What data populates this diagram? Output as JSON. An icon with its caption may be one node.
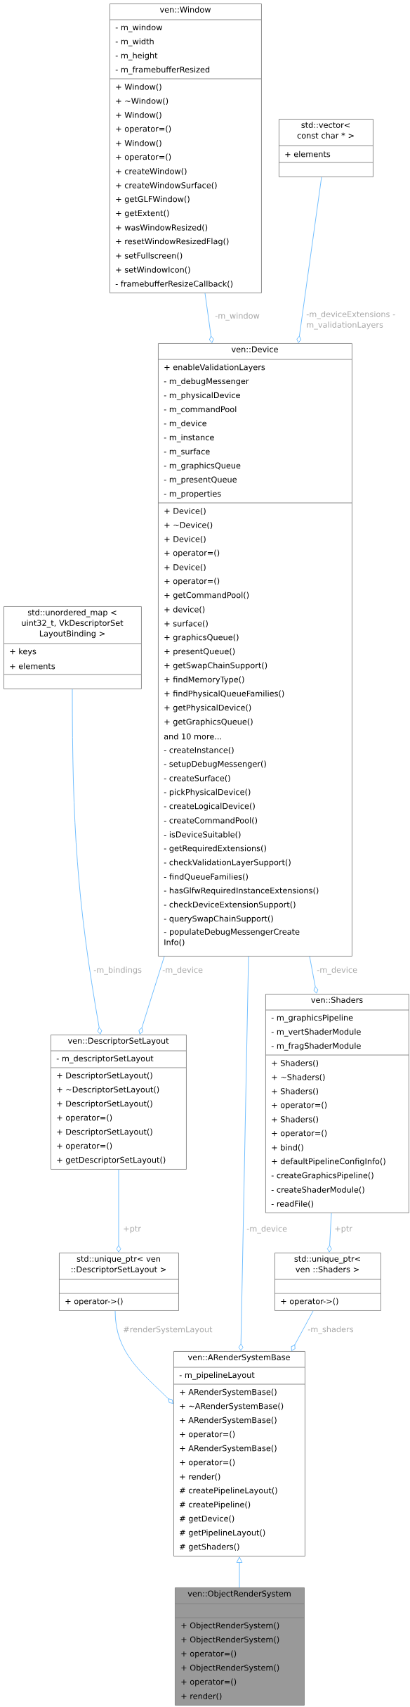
{
  "diagram": {
    "nodes": [
      {
        "text": [
          "ven::Window",
          "- m_window",
          "- m_width",
          "- m_height",
          "- m_framebufferResized",
          "+ Window()",
          "+ ~Window()",
          "+ Window()",
          "+ operator=()",
          "+ Window()",
          "+ operator=()",
          "+ createWindow()",
          "+ createWindowSurface()",
          "+ getGLFWindow()",
          "+ getExtent()",
          "+ wasWindowResized()",
          "+ resetWindowResizedFlag()",
          "+ setFullscreen()",
          "+ setWindowIcon()",
          "- framebufferResizeCallback()"
        ]
      },
      {
        "text": [
          "std::vector< const char * >",
          "+ elements"
        ]
      },
      {
        "text": [
          "ven::Device",
          "+ enableValidationLayers",
          "- m_debugMessenger",
          "- m_physicalDevice",
          "- m_commandPool",
          "- m_device",
          "- m_instance",
          "- m_surface",
          "- m_graphicsQueue",
          "- m_presentQueue",
          "- m_properties",
          "+ Device()",
          "+ ~Device()",
          "+ Device()",
          "+ operator=()",
          "+ Device()",
          "+ operator=()",
          "+ getCommandPool()",
          "+ device()",
          "+ surface()",
          "+ graphicsQueue()",
          "+ presentQueue()",
          "+ getSwapChainSupport()",
          "+ findMemoryType()",
          "+ findPhysicalQueueFamilies()",
          "+ getPhysicalDevice()",
          "+ getGraphicsQueue()",
          "and 10 more...",
          "- createInstance()",
          "- setupDebugMessenger()",
          "- createSurface()",
          "- pickPhysicalDevice()",
          "- createLogicalDevice()",
          "- createCommandPool()",
          "- isDeviceSuitable()",
          "- getRequiredExtensions()",
          "- checkValidationLayerSupport()",
          "- findQueueFamilies()",
          "- hasGlfwRequiredInstanceExtensions()",
          "- checkDeviceExtensionSupport()",
          "- querySwapChainSupport()",
          "- populateDebugMessengerCreate Info()"
        ]
      },
      {
        "text": [
          "std::unordered_map < uint32_t, VkDescriptorSet LayoutBinding >",
          "+ keys",
          "+ elements"
        ]
      },
      {
        "text": [
          "ven::DescriptorSetLayout",
          "- m_descriptorSetLayout",
          "+ DescriptorSetLayout()",
          "+ ~DescriptorSetLayout()",
          "+ DescriptorSetLayout()",
          "+ operator=()",
          "+ DescriptorSetLayout()",
          "+ operator=()",
          "+ getDescriptorSetLayout()"
        ]
      },
      {
        "text": [
          "ven::Shaders",
          "- m_graphicsPipeline",
          "- m_vertShaderModule",
          "- m_fragShaderModule",
          "+ Shaders()",
          "+ ~Shaders()",
          "+ Shaders()",
          "+ operator=()",
          "+ Shaders()",
          "+ operator=()",
          "+ bind()",
          "+ defaultPipelineConfigInfo()",
          "- createGraphicsPipeline()",
          "- createShaderModule()",
          "- readFile()"
        ]
      },
      {
        "text": [
          "std::unique_ptr< ven ::DescriptorSetLayout >",
          "+ operator->()"
        ]
      },
      {
        "text": [
          "std::unique_ptr< ven ::Shaders >",
          "+ operator->()"
        ]
      },
      {
        "text": [
          "ven::ARenderSystemBase",
          "- m_pipelineLayout",
          "+ ARenderSystemBase()",
          "+ ~ARenderSystemBase()",
          "+ ARenderSystemBase()",
          "+ operator=()",
          "+ ARenderSystemBase()",
          "+ operator=()",
          "+ render()",
          "# createPipelineLayout()",
          "# createPipeline()",
          "# getDevice()",
          "# getPipelineLayout()",
          "# getShaders()"
        ]
      },
      {
        "text": [
          "ven::ObjectRenderSystem",
          "+ ObjectRenderSystem()",
          "+ ObjectRenderSystem()",
          "+ operator=()",
          "+ ObjectRenderSystem()",
          "+ operator=()",
          "+ render()"
        ]
      }
    ],
    "edges": [
      {
        "from": 0,
        "to": 2,
        "arrow": "other",
        "label": "-m_window"
      },
      {
        "from": 1,
        "to": 2,
        "arrow": "other",
        "label": "-m_deviceExtensions -m_validationLayers"
      },
      {
        "from": 3,
        "to": 4,
        "arrow": "other",
        "label": "-m_bindings"
      },
      {
        "from": 2,
        "to": 4,
        "arrow": "other",
        "label": "-m_device"
      },
      {
        "from": 2,
        "to": 5,
        "arrow": "other",
        "label": "-m_device"
      },
      {
        "from": 2,
        "to": 8,
        "arrow": "other",
        "label": "-m_device"
      },
      {
        "from": 4,
        "to": 6,
        "arrow": "other",
        "label": "+ptr"
      },
      {
        "from": 5,
        "to": 7,
        "arrow": "other",
        "label": "+ptr"
      },
      {
        "from": 6,
        "to": 8,
        "arrow": "other",
        "label": "#renderSystemLayout"
      },
      {
        "from": 7,
        "to": 8,
        "arrow": "other",
        "label": "-m_shaders"
      },
      {
        "from": 9,
        "to": 8,
        "arrow": "to"
      }
    ]
  }
}
